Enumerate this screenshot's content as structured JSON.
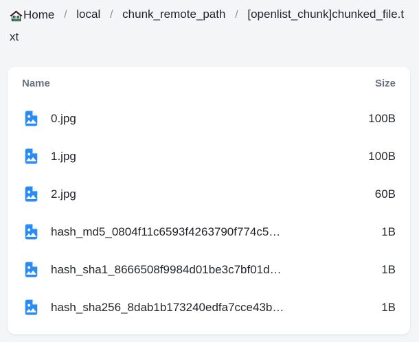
{
  "breadcrumb": {
    "home_icon": "home-icon",
    "home_label": "Home",
    "separator": "/",
    "items": [
      {
        "label": "local"
      },
      {
        "label": "chunk_remote_path"
      }
    ],
    "current": "[openlist_chunk]chunked_file.txt"
  },
  "file_list": {
    "columns": {
      "name": "Name",
      "size": "Size"
    },
    "rows": [
      {
        "icon": "image-file-icon",
        "name": "0.jpg",
        "size": "100B"
      },
      {
        "icon": "image-file-icon",
        "name": "1.jpg",
        "size": "100B"
      },
      {
        "icon": "image-file-icon",
        "name": "2.jpg",
        "size": "60B"
      },
      {
        "icon": "image-file-icon",
        "name": "hash_md5_0804f11c6593f4263790f774c5…",
        "size": "1B"
      },
      {
        "icon": "image-file-icon",
        "name": "hash_sha1_8666508f9984d01be3c7bf01d…",
        "size": "1B"
      },
      {
        "icon": "image-file-icon",
        "name": "hash_sha256_8dab1b173240edfa7cce43b…",
        "size": "1B"
      }
    ]
  },
  "colors": {
    "page_background": "#f4f5f7",
    "card_background": "#ffffff",
    "icon_blue": "#2b8bf5",
    "header_text": "#6b7280",
    "body_text": "#1f2328",
    "separator_text": "#8a9099"
  }
}
